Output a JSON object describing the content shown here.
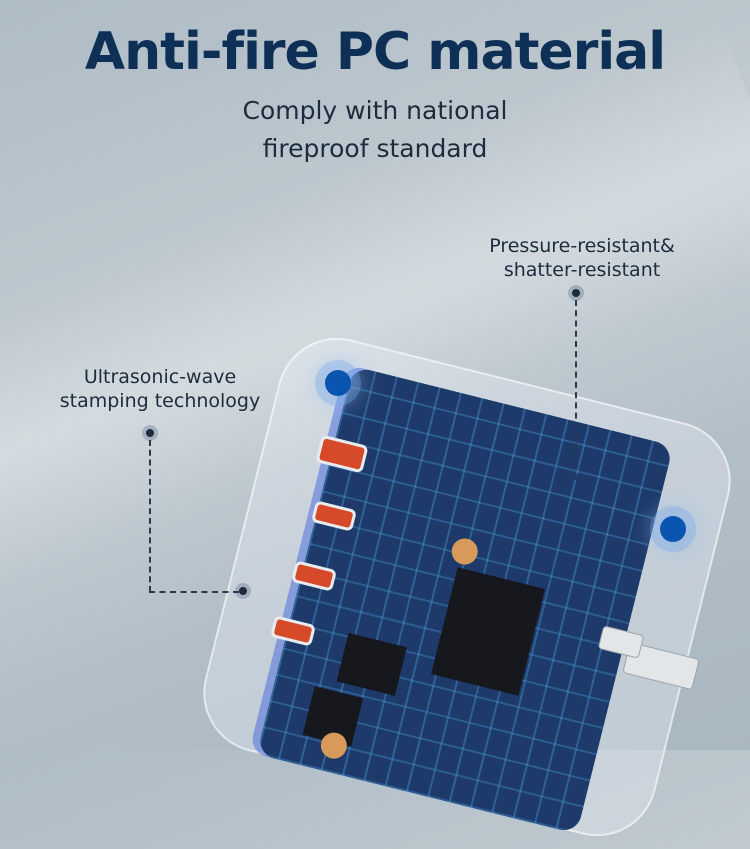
{
  "headline": {
    "title": "Anti-fire PC material",
    "subtitle_line1": "Comply with national",
    "subtitle_line2": "fireproof standard"
  },
  "callouts": [
    {
      "line1": "Pressure-resistant&",
      "line2": "shatter-resistant"
    },
    {
      "line1": "Ultrasonic-wave",
      "line2": "stamping technology"
    }
  ],
  "product": {
    "description": "transparent multi-port charger with exposed blue circuit board",
    "ports": [
      "USB-A",
      "USB-C",
      "USB-C",
      "USB-C"
    ],
    "highlight_dots": 2
  },
  "colors": {
    "title": "#0f3056",
    "text": "#1c2c3d",
    "accent_dot": "#0a55b0",
    "pcb": "#1d3a6a"
  }
}
